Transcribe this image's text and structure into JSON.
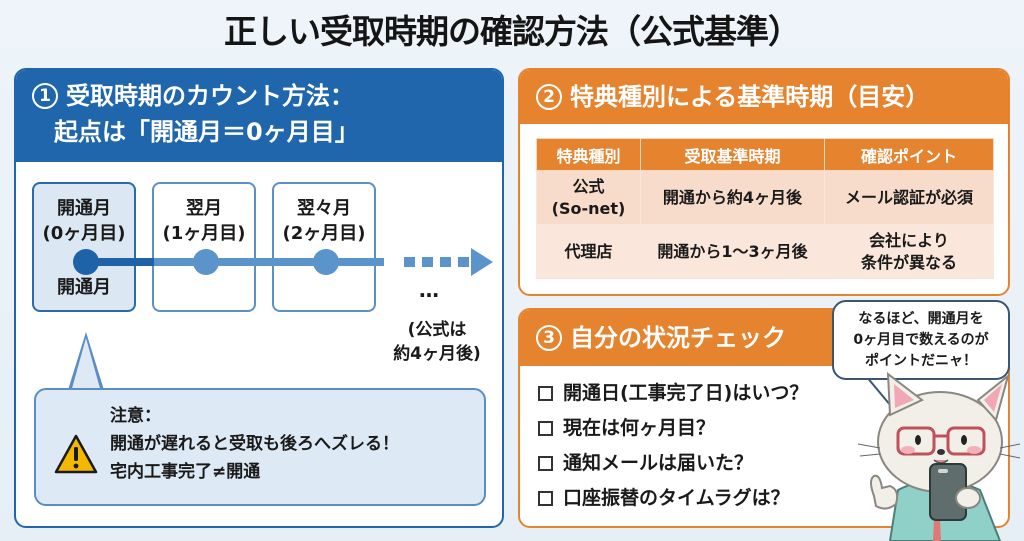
{
  "title": "正しい受取時期の確認方法（公式基準）",
  "colors": {
    "blue_accent": "#1f66ad",
    "orange_accent": "#e6832f",
    "caution_bg": "#dde9f4",
    "warning_yellow": "#f5b800",
    "table_row1": "#f8dccb",
    "table_row2": "#fae6da"
  },
  "section1": {
    "number": "1",
    "title_line1": "受取時期のカウント方法：",
    "title_line2": "起点は「開通月＝0ヶ月目」",
    "timeline": [
      {
        "label": "開通月",
        "sub": "(0ヶ月目)",
        "bottom": "開通月"
      },
      {
        "label": "翌月",
        "sub": "(1ヶ月目)",
        "bottom": ""
      },
      {
        "label": "翌々月",
        "sub": "(2ヶ月目)",
        "bottom": ""
      }
    ],
    "ellipsis": "…",
    "official_note_line1": "(公式は",
    "official_note_line2": "約4ヶ月後)",
    "caution": {
      "icon": "warning-icon",
      "heading": "注意：",
      "line1": "開通が遅れると受取も後ろへズレる！",
      "line2": "宅内工事完了≠開通"
    }
  },
  "section2": {
    "number": "2",
    "title": "特典種別による基準時期（目安）",
    "table": {
      "headers": [
        "特典種別",
        "受取基準時期",
        "確認ポイント"
      ],
      "rows": [
        {
          "type_line1": "公式",
          "type_line2": "(So-net)",
          "timing": "開通から約4ヶ月後",
          "point_line1": "メール認証が必須",
          "point_line2": ""
        },
        {
          "type_line1": "代理店",
          "type_line2": "",
          "timing": "開通から1〜3ヶ月後",
          "point_line1": "会社により",
          "point_line2": "条件が異なる"
        }
      ]
    }
  },
  "section3": {
    "number": "3",
    "title": "自分の状況チェック",
    "checklist": [
      "開通日(工事完了日)はいつ？",
      "現在は何ヶ月目？",
      "通知メールは届いた？",
      "口座振替のタイムラグは？"
    ]
  },
  "speech_bubble": {
    "line1": "なるほど、開通月を",
    "line2": "0ヶ月目で数えるのが",
    "line3": "ポイントだニャ！"
  },
  "mascot": {
    "icon": "cat-mascot-illustration"
  }
}
